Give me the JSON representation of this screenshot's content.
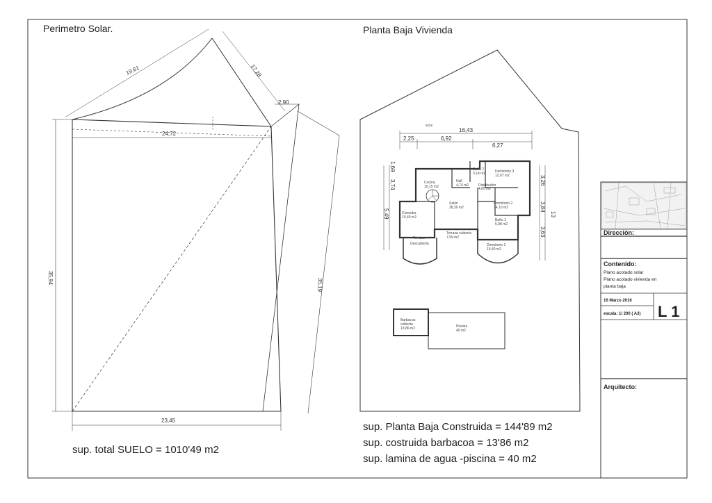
{
  "titles": {
    "perimetro": "Perimetro Solar.",
    "planta": "Planta Baja Vivienda"
  },
  "site": {
    "dims": {
      "arc": "19,61",
      "diag": "17,28",
      "small": "2,90",
      "top": "24,72",
      "left": "35,94",
      "right": "35,19",
      "bottom": "23,45"
    },
    "total_area": "sup. total SUELO = 1010'49 m2"
  },
  "plan": {
    "top_dims": {
      "overall": "16,43",
      "a": "2,25",
      "b": "6,92",
      "c": "6,27",
      "left_a": "1,69",
      "left_b": "3,74",
      "left_c": "5,49",
      "right_a": "3,26",
      "right_b": "3,84",
      "right_c": "3,63",
      "right_total": "13"
    },
    "rooms": {
      "cocina_name": "Cocina",
      "cocina_area": "10,15 m2",
      "hall_name": "Hall",
      "hall_area": "4,74 m2",
      "bano2_name": "Baño 2",
      "bano2_area": "3,14 m2",
      "dorm3_name": "Dormitorio 3",
      "dorm3_area": "12,07 m2",
      "distrib_name": "Distribuidor",
      "distrib_area": "4,85 m2",
      "salon_name": "Salón",
      "salon_area": "38,30 m2",
      "dorm2_name": "Dormitorio 2",
      "dorm2_area": "14,10 m2",
      "comedor_name": "Comedor",
      "comedor_area": "10,49 m2",
      "bano1_name": "Baño 1",
      "bano1_area": "5,98 m2",
      "terraza_desc_name": "Terraza",
      "terraza_desc_sub": "Descubierta",
      "terraza_cub_name": "Terraza cubierta",
      "terraza_cub_area": "7,99 m2",
      "dorm1_name": "Dormitorio 1",
      "dorm1_area": "19,40 m2",
      "barbacoa_name": "Barbacoa",
      "barbacoa_sub": "cubierta",
      "barbacoa_area": "13,86 m2",
      "piscina_name": "Piscina",
      "piscina_area": "40 m2"
    },
    "summary": {
      "line1": "sup. Planta Baja Construida = 144'89 m2",
      "line2": "sup. costruida barbacoa = 13'86 m2",
      "line3": "sup. lamina de agua -piscina = 40 m2"
    }
  },
  "title_block": {
    "direccion": "Dirección:",
    "contenido_label": "Contenido:",
    "contenido_1": "Plano acotado solar",
    "contenido_2": "Plano acotado vivienda en",
    "contenido_3": "planta baja",
    "date": "16 Marzo 2016",
    "escala": "escala: 1/ 200 ( A3)",
    "sheet": "L 1",
    "arquitecto": "Arquitecto:"
  }
}
